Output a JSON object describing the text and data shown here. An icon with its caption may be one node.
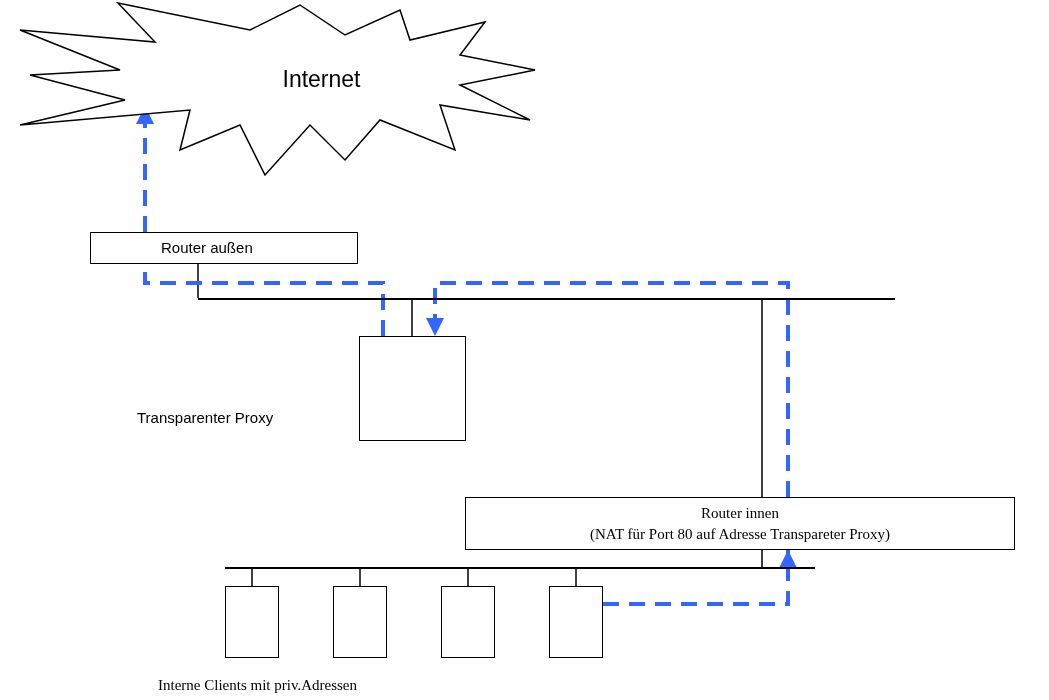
{
  "diagram": {
    "nodes": [
      {
        "text": [
          "Internet"
        ]
      },
      {
        "text": [
          "Router außen"
        ]
      },
      {
        "text": [],
        "shape": "bar"
      },
      {
        "text": [],
        "shape": "box"
      },
      {
        "text": [
          "Router innen",
          "(NAT für Port 80 auf Adresse Transpareter Proxy)"
        ]
      },
      {
        "text": [],
        "shape": "bar"
      },
      {
        "text": [],
        "shape": "box"
      },
      {
        "text": [],
        "shape": "box"
      },
      {
        "text": [],
        "shape": "box"
      },
      {
        "text": [],
        "shape": "box"
      }
    ],
    "edges": [
      {
        "from": 1,
        "to": 2,
        "arrow": "none"
      },
      {
        "from": 3,
        "to": 2,
        "arrow": "none"
      },
      {
        "from": 4,
        "to": 2,
        "arrow": "none"
      },
      {
        "from": 4,
        "to": 5,
        "arrow": "none"
      },
      {
        "from": 6,
        "to": 5,
        "arrow": "none"
      },
      {
        "from": 7,
        "to": 5,
        "arrow": "none"
      },
      {
        "from": 8,
        "to": 5,
        "arrow": "none"
      },
      {
        "from": 9,
        "to": 5,
        "arrow": "none"
      },
      {
        "from": 9,
        "to": 4,
        "arrow": "to",
        "style": "dashed",
        "color": "#3366ff"
      },
      {
        "from": 4,
        "to": 3,
        "arrow": "to",
        "style": "dashed",
        "color": "#3366ff"
      },
      {
        "from": 3,
        "to": 1,
        "arrow": "none",
        "style": "dashed",
        "color": "#3366ff"
      },
      {
        "from": 1,
        "to": 0,
        "arrow": "to",
        "style": "dashed",
        "color": "#3366ff"
      }
    ],
    "labels": [
      "Transparenter Proxy",
      "Interne Clients mit priv.Adressen"
    ]
  }
}
